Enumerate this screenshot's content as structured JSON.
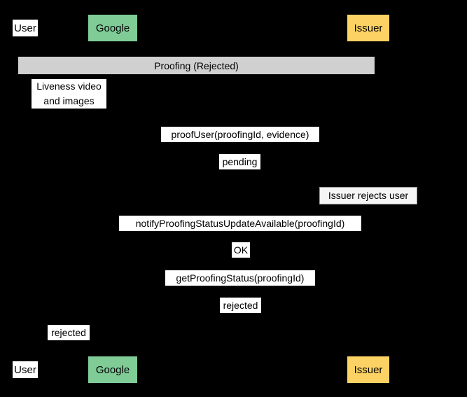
{
  "diagram": {
    "type": "sequence-diagram",
    "title": "Proofing (Rejected)",
    "background_color": "#000000",
    "colors": {
      "participant_google": "#7fcc97",
      "participant_issuer": "#fbd263",
      "participant_user": "#ffffff",
      "group_bar": "#d0d0d0",
      "label_background": "#ffffff",
      "note_background": "#f5f5f5",
      "note_border": "#9a9a9a",
      "text": "#000000"
    }
  },
  "participants_top": [
    {
      "name": "User",
      "style": "plain"
    },
    {
      "name": "Google",
      "style": "green"
    },
    {
      "name": "Issuer",
      "style": "yellow"
    }
  ],
  "participants_bottom": [
    {
      "name": "User",
      "style": "plain"
    },
    {
      "name": "Google",
      "style": "green"
    },
    {
      "name": "Issuer",
      "style": "yellow"
    }
  ],
  "group": {
    "label": "Proofing (Rejected)"
  },
  "notes": [
    {
      "id": "liveness",
      "line1": "Liveness video",
      "line2": "and images",
      "from": "User",
      "to": "Google"
    },
    {
      "id": "issuer-rejects",
      "text": "Issuer rejects user",
      "actor": "Issuer",
      "kind": "self-action"
    }
  ],
  "messages": [
    {
      "index": 1,
      "label": "proofUser(proofingId, evidence)",
      "from": "Google",
      "to": "Issuer"
    },
    {
      "index": 2,
      "label": "pending",
      "from": "Issuer",
      "to": "Google"
    },
    {
      "index": 3,
      "label": "notifyProofingStatusUpdateAvailable(proofingId)",
      "from": "Issuer",
      "to": "Google"
    },
    {
      "index": 4,
      "label": "OK",
      "from": "Google",
      "to": "Issuer"
    },
    {
      "index": 5,
      "label": "getProofingStatus(proofingId)",
      "from": "Google",
      "to": "Issuer"
    },
    {
      "index": 6,
      "label": "rejected",
      "from": "Issuer",
      "to": "Google"
    },
    {
      "index": 7,
      "label": "rejected",
      "from": "Google",
      "to": "User"
    }
  ]
}
